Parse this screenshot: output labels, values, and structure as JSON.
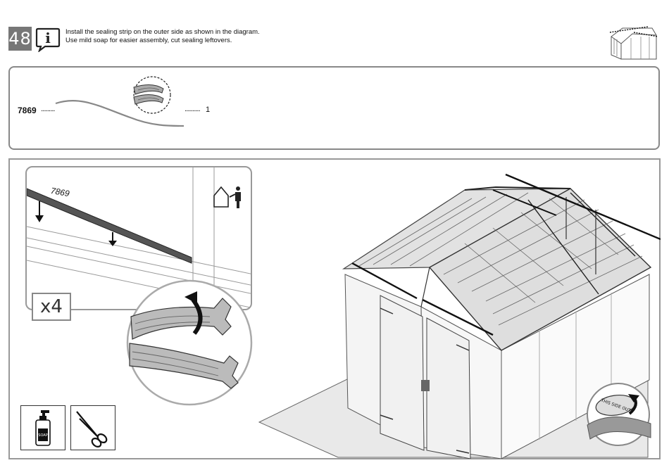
{
  "step": {
    "number": "48"
  },
  "instructions": {
    "line1": "Install the sealing strip on the outer side as shown in the diagram.",
    "line2": "Use mild soap for easier assembly, cut sealing leftovers."
  },
  "parts": [
    {
      "code": "7869",
      "dots": ".........",
      "qty_dots": "..........",
      "qty": "1"
    }
  ],
  "detail": {
    "part_label": "7869",
    "multiplier": "x4"
  },
  "soap_label": "SOAP",
  "sticker_text": "THIS SIDE OUT",
  "icons": [
    "info-icon",
    "shed-thumbnail-icon",
    "outdoor-person-icon",
    "soap-bottle-icon",
    "scissors-icon"
  ]
}
